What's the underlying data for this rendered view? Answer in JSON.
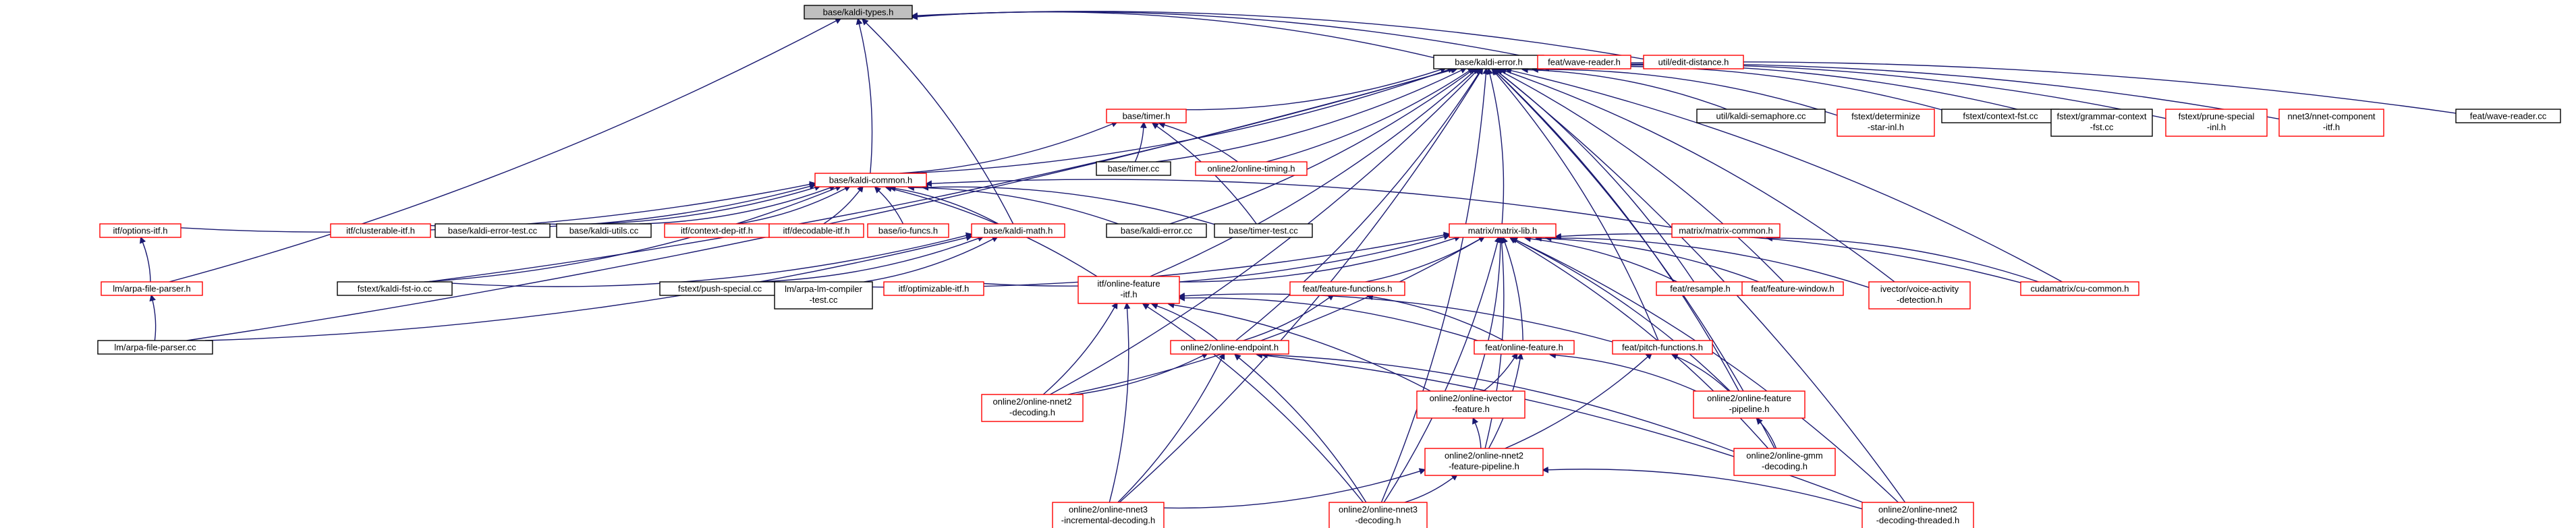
{
  "graph": {
    "root_node": "base/kaldi-types.h",
    "colors": {
      "edge": "#191970",
      "root_fill": "#bfbfbf",
      "node_border_black": "#000000",
      "node_border_red": "#ff0000",
      "node_fill": "#ffffff"
    },
    "nodes": [
      {
        "id": "types",
        "lines": [
          "base/kaldi-types.h"
        ],
        "border": "black",
        "fill": "gray"
      },
      {
        "id": "error",
        "lines": [
          "base/kaldi-error.h"
        ],
        "border": "black"
      },
      {
        "id": "wavereaderh",
        "lines": [
          "feat/wave-reader.h"
        ],
        "border": "red"
      },
      {
        "id": "editdistance",
        "lines": [
          "util/edit-distance.h"
        ],
        "border": "red"
      },
      {
        "id": "timerh",
        "lines": [
          "base/timer.h"
        ],
        "border": "red"
      },
      {
        "id": "semaphore",
        "lines": [
          "util/kaldi-semaphore.cc"
        ],
        "border": "black"
      },
      {
        "id": "determinize",
        "lines": [
          "fstext/determinize",
          "-star-inl.h"
        ],
        "border": "red"
      },
      {
        "id": "contextfst",
        "lines": [
          "fstext/context-fst.cc"
        ],
        "border": "black"
      },
      {
        "id": "grammarcontext",
        "lines": [
          "fstext/grammar-context",
          "-fst.cc"
        ],
        "border": "black"
      },
      {
        "id": "prunespecial",
        "lines": [
          "fstext/prune-special",
          "-inl.h"
        ],
        "border": "red"
      },
      {
        "id": "nnetcomponent",
        "lines": [
          "nnet3/nnet-component",
          "-itf.h"
        ],
        "border": "red"
      },
      {
        "id": "wavereadercc",
        "lines": [
          "feat/wave-reader.cc"
        ],
        "border": "black"
      },
      {
        "id": "timercc",
        "lines": [
          "base/timer.cc"
        ],
        "border": "black"
      },
      {
        "id": "onlinetiming",
        "lines": [
          "online2/online-timing.h"
        ],
        "border": "red"
      },
      {
        "id": "common",
        "lines": [
          "base/kaldi-common.h"
        ],
        "border": "red"
      },
      {
        "id": "optionsitf",
        "lines": [
          "itf/options-itf.h"
        ],
        "border": "red"
      },
      {
        "id": "clusterable",
        "lines": [
          "itf/clusterable-itf.h"
        ],
        "border": "red"
      },
      {
        "id": "errortest",
        "lines": [
          "base/kaldi-error-test.cc"
        ],
        "border": "black"
      },
      {
        "id": "utils",
        "lines": [
          "base/kaldi-utils.cc"
        ],
        "border": "black"
      },
      {
        "id": "contextdep",
        "lines": [
          "itf/context-dep-itf.h"
        ],
        "border": "red"
      },
      {
        "id": "decodable",
        "lines": [
          "itf/decodable-itf.h"
        ],
        "border": "red"
      },
      {
        "id": "iofuncs",
        "lines": [
          "base/io-funcs.h"
        ],
        "border": "red"
      },
      {
        "id": "kmath",
        "lines": [
          "base/kaldi-math.h"
        ],
        "border": "red"
      },
      {
        "id": "errorcc",
        "lines": [
          "base/kaldi-error.cc"
        ],
        "border": "black"
      },
      {
        "id": "timertest",
        "lines": [
          "base/timer-test.cc"
        ],
        "border": "black"
      },
      {
        "id": "matrixcommon",
        "lines": [
          "matrix/matrix-common.h"
        ],
        "border": "red"
      },
      {
        "id": "matrixlib",
        "lines": [
          "matrix/matrix-lib.h"
        ],
        "border": "red"
      },
      {
        "id": "arpaparserh",
        "lines": [
          "lm/arpa-file-parser.h"
        ],
        "border": "red"
      },
      {
        "id": "fstio",
        "lines": [
          "fstext/kaldi-fst-io.cc"
        ],
        "border": "black"
      },
      {
        "id": "pushspecial",
        "lines": [
          "fstext/push-special.cc"
        ],
        "border": "black"
      },
      {
        "id": "arpalm",
        "lines": [
          "lm/arpa-lm-compiler",
          "-test.cc"
        ],
        "border": "black"
      },
      {
        "id": "optimizable",
        "lines": [
          "itf/optimizable-itf.h"
        ],
        "border": "red"
      },
      {
        "id": "onlinefeatureitf",
        "lines": [
          "itf/online-feature",
          "-itf.h"
        ],
        "border": "red"
      },
      {
        "id": "featfunctions",
        "lines": [
          "feat/feature-functions.h"
        ],
        "border": "red"
      },
      {
        "id": "resample",
        "lines": [
          "feat/resample.h"
        ],
        "border": "red"
      },
      {
        "id": "featwindow",
        "lines": [
          "feat/feature-window.h"
        ],
        "border": "red"
      },
      {
        "id": "voiceactivity",
        "lines": [
          "ivector/voice-activity",
          "-detection.h"
        ],
        "border": "red"
      },
      {
        "id": "cucommon",
        "lines": [
          "cudamatrix/cu-common.h"
        ],
        "border": "red"
      },
      {
        "id": "arpaparsercc",
        "lines": [
          "lm/arpa-file-parser.cc"
        ],
        "border": "black"
      },
      {
        "id": "endpoint",
        "lines": [
          "online2/online-endpoint.h"
        ],
        "border": "red"
      },
      {
        "id": "onlinefeature",
        "lines": [
          "feat/online-feature.h"
        ],
        "border": "red"
      },
      {
        "id": "pitch",
        "lines": [
          "feat/pitch-functions.h"
        ],
        "border": "red"
      },
      {
        "id": "nnet2decoding",
        "lines": [
          "online2/online-nnet2",
          "-decoding.h"
        ],
        "border": "red"
      },
      {
        "id": "ivectorfeature",
        "lines": [
          "online2/online-ivector",
          "-feature.h"
        ],
        "border": "red"
      },
      {
        "id": "featurepipeline",
        "lines": [
          "online2/online-feature",
          "-pipeline.h"
        ],
        "border": "red"
      },
      {
        "id": "nnet2pipeline",
        "lines": [
          "online2/online-nnet2",
          "-feature-pipeline.h"
        ],
        "border": "red"
      },
      {
        "id": "gmmdecoding",
        "lines": [
          "online2/online-gmm",
          "-decoding.h"
        ],
        "border": "red"
      },
      {
        "id": "nnet3incremental",
        "lines": [
          "online2/online-nnet3",
          "-incremental-decoding.h"
        ],
        "border": "red"
      },
      {
        "id": "nnet3decoding",
        "lines": [
          "online2/online-nnet3",
          "-decoding.h"
        ],
        "border": "red"
      },
      {
        "id": "nnet2threaded",
        "lines": [
          "online2/online-nnet2",
          "-decoding-threaded.h"
        ],
        "border": "red"
      }
    ],
    "edges": [
      {
        "from": "types",
        "to": "error"
      },
      {
        "from": "types",
        "to": "wavereaderh"
      },
      {
        "from": "types",
        "to": "editdistance"
      },
      {
        "from": "types",
        "to": "common"
      },
      {
        "from": "types",
        "to": "kmath"
      },
      {
        "from": "types",
        "to": "arpaparserh"
      },
      {
        "from": "error",
        "to": "timerh"
      },
      {
        "from": "error",
        "to": "semaphore"
      },
      {
        "from": "error",
        "to": "determinize"
      },
      {
        "from": "error",
        "to": "contextfst"
      },
      {
        "from": "error",
        "to": "grammarcontext"
      },
      {
        "from": "error",
        "to": "prunespecial"
      },
      {
        "from": "error",
        "to": "nnetcomponent"
      },
      {
        "from": "error",
        "to": "wavereadercc"
      },
      {
        "from": "error",
        "to": "timercc"
      },
      {
        "from": "error",
        "to": "onlinetiming"
      },
      {
        "from": "error",
        "to": "common"
      },
      {
        "from": "error",
        "to": "errorcc"
      },
      {
        "from": "error",
        "to": "matrixlib"
      },
      {
        "from": "error",
        "to": "onlinefeatureitf"
      },
      {
        "from": "error",
        "to": "resample"
      },
      {
        "from": "error",
        "to": "featwindow"
      },
      {
        "from": "error",
        "to": "voiceactivity"
      },
      {
        "from": "error",
        "to": "cucommon"
      },
      {
        "from": "error",
        "to": "arpaparsercc"
      },
      {
        "from": "error",
        "to": "endpoint"
      },
      {
        "from": "error",
        "to": "pitch"
      },
      {
        "from": "error",
        "to": "nnet2decoding"
      },
      {
        "from": "error",
        "to": "featurepipeline"
      },
      {
        "from": "error",
        "to": "gmmdecoding"
      },
      {
        "from": "error",
        "to": "nnet3incremental"
      },
      {
        "from": "error",
        "to": "nnet3decoding"
      },
      {
        "from": "error",
        "to": "nnet2threaded"
      },
      {
        "from": "error",
        "to": "fstio"
      },
      {
        "from": "timerh",
        "to": "timercc"
      },
      {
        "from": "timerh",
        "to": "onlinetiming"
      },
      {
        "from": "timerh",
        "to": "common"
      },
      {
        "from": "timerh",
        "to": "timertest"
      },
      {
        "from": "common",
        "to": "optionsitf"
      },
      {
        "from": "common",
        "to": "clusterable"
      },
      {
        "from": "common",
        "to": "errortest"
      },
      {
        "from": "common",
        "to": "utils"
      },
      {
        "from": "common",
        "to": "contextdep"
      },
      {
        "from": "common",
        "to": "decodable"
      },
      {
        "from": "common",
        "to": "iofuncs"
      },
      {
        "from": "common",
        "to": "kmath"
      },
      {
        "from": "common",
        "to": "errorcc"
      },
      {
        "from": "common",
        "to": "timertest"
      },
      {
        "from": "common",
        "to": "matrixcommon"
      },
      {
        "from": "common",
        "to": "fstio"
      },
      {
        "from": "common",
        "to": "onlinefeatureitf"
      },
      {
        "from": "optionsitf",
        "to": "arpaparserh"
      },
      {
        "from": "kmath",
        "to": "fstio"
      },
      {
        "from": "kmath",
        "to": "pushspecial"
      },
      {
        "from": "kmath",
        "to": "arpalm"
      },
      {
        "from": "kmath",
        "to": "arpaparsercc"
      },
      {
        "from": "matrixcommon",
        "to": "cucommon"
      },
      {
        "from": "matrixlib",
        "to": "optimizable"
      },
      {
        "from": "matrixlib",
        "to": "onlinefeatureitf"
      },
      {
        "from": "matrixlib",
        "to": "featfunctions"
      },
      {
        "from": "matrixlib",
        "to": "resample"
      },
      {
        "from": "matrixlib",
        "to": "featwindow"
      },
      {
        "from": "matrixlib",
        "to": "voiceactivity"
      },
      {
        "from": "matrixlib",
        "to": "cucommon"
      },
      {
        "from": "matrixlib",
        "to": "onlinefeature"
      },
      {
        "from": "matrixlib",
        "to": "ivectorfeature"
      },
      {
        "from": "matrixlib",
        "to": "featurepipeline"
      },
      {
        "from": "matrixlib",
        "to": "nnet2pipeline"
      },
      {
        "from": "matrixlib",
        "to": "gmmdecoding"
      },
      {
        "from": "matrixlib",
        "to": "nnet3decoding"
      },
      {
        "from": "matrixlib",
        "to": "nnet2threaded"
      },
      {
        "from": "matrixlib",
        "to": "nnet2decoding"
      },
      {
        "from": "matrixlib",
        "to": "pushspecial"
      },
      {
        "from": "arpaparserh",
        "to": "arpaparsercc"
      },
      {
        "from": "onlinefeatureitf",
        "to": "endpoint"
      },
      {
        "from": "onlinefeatureitf",
        "to": "onlinefeature"
      },
      {
        "from": "onlinefeatureitf",
        "to": "pitch"
      },
      {
        "from": "onlinefeatureitf",
        "to": "nnet2decoding"
      },
      {
        "from": "onlinefeatureitf",
        "to": "ivectorfeature"
      },
      {
        "from": "onlinefeatureitf",
        "to": "nnet3incremental"
      },
      {
        "from": "onlinefeatureitf",
        "to": "nnet3decoding"
      },
      {
        "from": "featfunctions",
        "to": "onlinefeature"
      },
      {
        "from": "featfunctions",
        "to": "endpoint"
      },
      {
        "from": "endpoint",
        "to": "nnet2decoding"
      },
      {
        "from": "endpoint",
        "to": "gmmdecoding"
      },
      {
        "from": "endpoint",
        "to": "nnet3incremental"
      },
      {
        "from": "endpoint",
        "to": "nnet3decoding"
      },
      {
        "from": "endpoint",
        "to": "nnet2threaded"
      },
      {
        "from": "onlinefeature",
        "to": "ivectorfeature"
      },
      {
        "from": "onlinefeature",
        "to": "featurepipeline"
      },
      {
        "from": "onlinefeature",
        "to": "nnet2pipeline"
      },
      {
        "from": "pitch",
        "to": "featurepipeline"
      },
      {
        "from": "pitch",
        "to": "nnet2pipeline"
      },
      {
        "from": "ivectorfeature",
        "to": "nnet2pipeline"
      },
      {
        "from": "featurepipeline",
        "to": "gmmdecoding"
      },
      {
        "from": "nnet2pipeline",
        "to": "nnet3incremental"
      },
      {
        "from": "nnet2pipeline",
        "to": "nnet3decoding"
      },
      {
        "from": "nnet2pipeline",
        "to": "nnet2threaded"
      }
    ]
  }
}
